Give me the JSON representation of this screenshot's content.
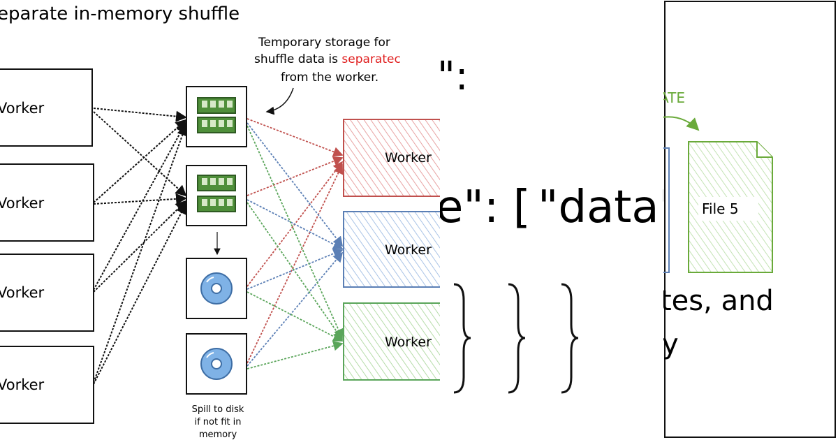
{
  "shuffle_panel": {
    "title": "eparate in-memory shuffle",
    "note_line1": "Temporary storage for",
    "note_line2_pre": "shuffle data is ",
    "note_line2_highlight": "separatec",
    "note_line3": "from the worker.",
    "spill_line1": "Spill to disk",
    "spill_line2": "if not fit in",
    "spill_line3": "memory",
    "source_workers": [
      "Vorker",
      "Vorker",
      "Vorker",
      "Vorker"
    ],
    "dest_workers": [
      "Worker",
      "Worker",
      "Worker"
    ],
    "colors": {
      "red": "#c0504d",
      "blue": "#5b7fb5",
      "green": "#5aa55a",
      "highlight": "#e02020"
    }
  },
  "json_panel": {
    "frag_top": "\":",
    "frag_mid_left": "e\": [",
    "frag_mid_right": "\"data\","
  },
  "file_panel": {
    "arrow_label": "ATE",
    "file_label": "File 5",
    "text_line1": "tes, and",
    "text_line2": "y",
    "colors": {
      "green": "#6aaa3a"
    }
  }
}
